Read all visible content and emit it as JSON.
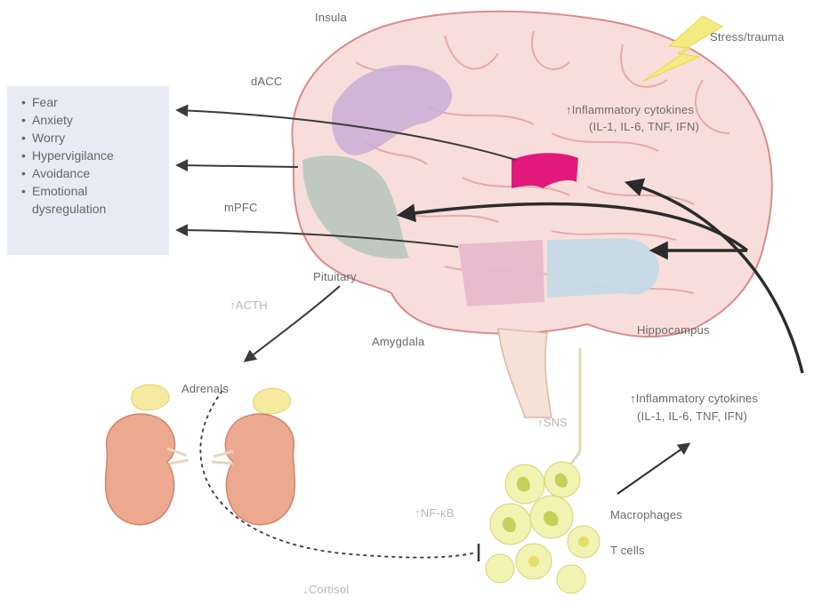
{
  "symptoms": [
    "Fear",
    "Anxiety",
    "Worry",
    "Hypervigilance",
    "Avoidance",
    "Emotional dysregulation"
  ],
  "brain_labels": {
    "insula": "Insula",
    "dacc": "dACC",
    "mpfc": "mPFC",
    "pituitary": "Pituitary",
    "amygdala": "Amygdala",
    "hippocampus": "Hippocampus"
  },
  "stress": "Stress/trauma",
  "cytokines_top": {
    "line1": "↑Inflammatory cytokines",
    "line2": "(IL-1, IL-6, TNF, IFN)"
  },
  "cytokines_bottom": {
    "line1": "↑Inflammatory cytokines",
    "line2": "(IL-1, IL-6, TNF, IFN)"
  },
  "acth": "↑ACTH",
  "adrenals": "Adrenals",
  "sns": "↑SNS",
  "nfkb": "↑NF-κB",
  "macrophages": "Macrophages",
  "tcells": "T cells",
  "cortisol": "↓Cortisol"
}
